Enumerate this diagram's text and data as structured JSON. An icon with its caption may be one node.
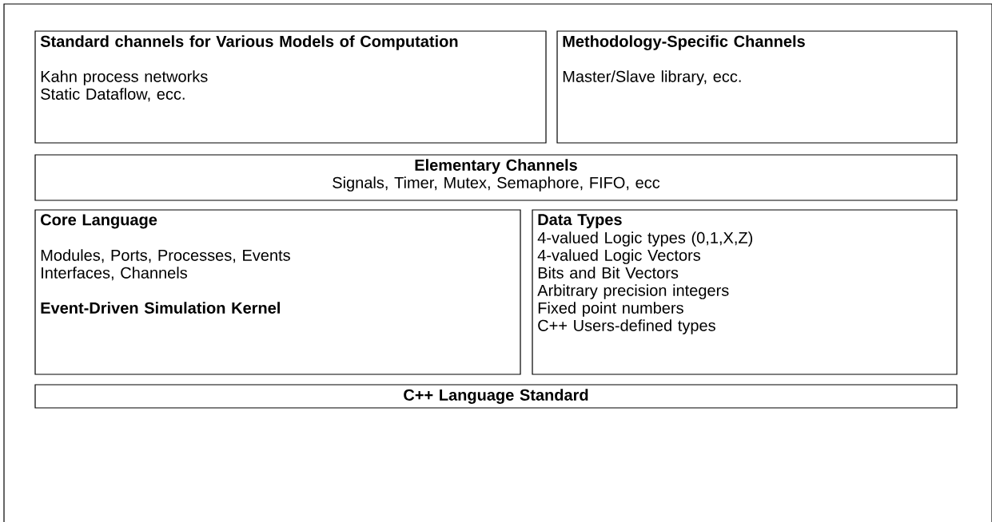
{
  "diagram": {
    "nodes": [
      {
        "text": [],
        "shape": "box"
      },
      {
        "text": [
          "Standard channels for Various Models of Computation",
          "Kahn process networks",
          "Static Dataflow, ecc."
        ],
        "in": 0
      },
      {
        "text": [
          "Methodology-Specific Channels",
          "Master/Slave library, ecc."
        ],
        "in": 0
      },
      {
        "text": [
          "Elementary Channels",
          "Signals, Timer, Mutex, Semaphore, FIFO, ecc"
        ],
        "in": 0
      },
      {
        "text": [
          "Core Language",
          "Modules, Ports, Processes, Events",
          "Interfaces, Channels",
          "Event-Driven Simulation Kernel"
        ],
        "in": 0
      },
      {
        "text": [
          "Data Types",
          "4-valued Logic types (0,1,X,Z)",
          "4-valued Logic Vectors",
          "Bits and Bit Vectors",
          "Arbitrary precision integers",
          "Fixed point numbers",
          "C++ Users-defined types"
        ],
        "in": 0
      },
      {
        "text": [
          "C++ Language Standard"
        ],
        "in": 0
      }
    ]
  }
}
